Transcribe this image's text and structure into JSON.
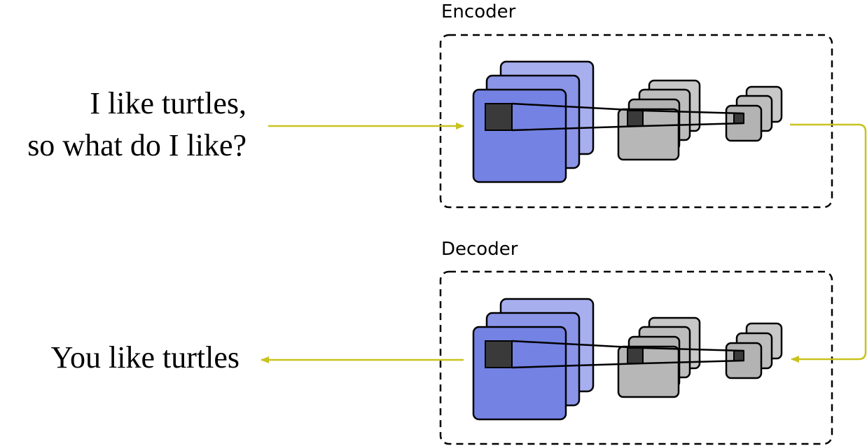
{
  "encoder": {
    "label": "Encoder"
  },
  "decoder": {
    "label": "Decoder"
  },
  "input": {
    "lines": [
      "I like turtles,",
      "so what do I like?"
    ]
  },
  "output": {
    "text": "You like turtles"
  },
  "colors": {
    "arrow": "#c9c21f",
    "blue_fill": "#6f7ee3",
    "blue_fill_light": "#a7afef",
    "gray_fill": "#b7b7b7",
    "kernel": "#3a3a3a",
    "border": "#000000"
  }
}
